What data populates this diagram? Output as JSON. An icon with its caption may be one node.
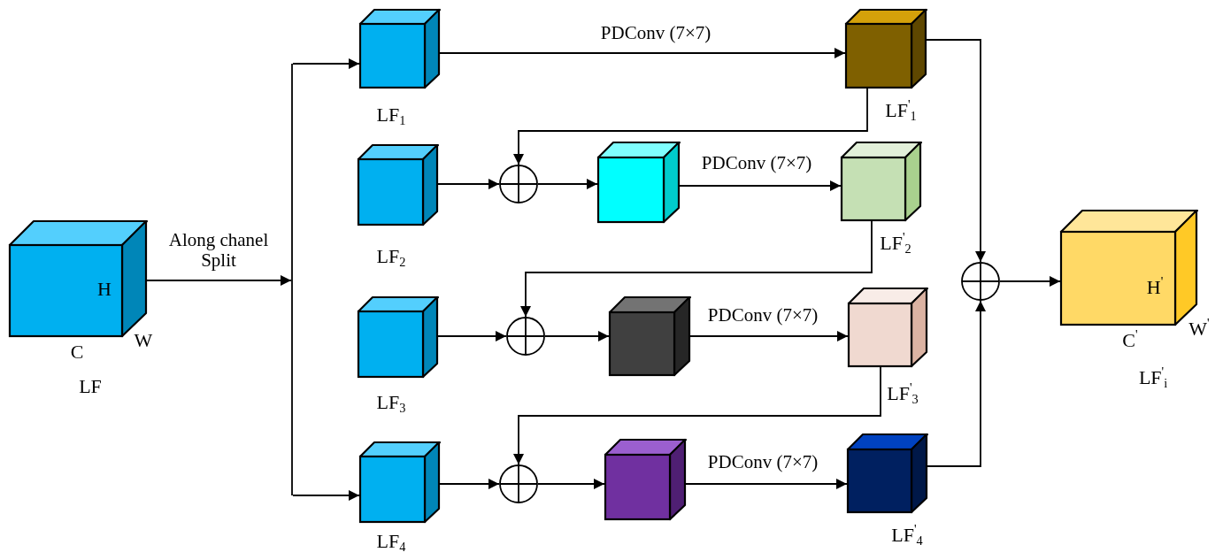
{
  "diagram": {
    "nodes": [
      {
        "text": [
          "H",
          "W",
          "C",
          "LF"
        ]
      },
      {
        "text": [],
        "shape": "bar"
      },
      {
        "text": [
          "LF$_{1}$"
        ]
      },
      {
        "text": [
          "LF$^{'}$$_{1}$"
        ]
      },
      {
        "text": [
          "LF$_{2}$"
        ]
      },
      {
        "text": [],
        "shape": "circle"
      },
      {
        "text": [],
        "shape": "cube"
      },
      {
        "text": [
          "LF$^{'}$$_{2}$"
        ]
      },
      {
        "text": [
          "LF$_{3}$"
        ]
      },
      {
        "text": [],
        "shape": "circle"
      },
      {
        "text": [],
        "shape": "cube"
      },
      {
        "text": [
          "LF$^{'}$$_{3}$"
        ]
      },
      {
        "text": [
          "LF$_{4}$"
        ]
      },
      {
        "text": [],
        "shape": "circle"
      },
      {
        "text": [],
        "shape": "cube"
      },
      {
        "text": [
          "LF$^{'}$$_{4}$"
        ]
      },
      {
        "text": [],
        "shape": "circle"
      },
      {
        "text": [
          "H$^{'}$",
          "W$^{'}$",
          "C$^{'}$",
          "LF$^{'}$$_{i}$"
        ]
      }
    ],
    "edges": [
      {
        "from": 0,
        "to": 1,
        "arrow": "to",
        "label": "Along chanel Split"
      },
      {
        "from": 1,
        "to": 2,
        "arrow": "to"
      },
      {
        "from": 1,
        "to": 12,
        "arrow": "to"
      },
      {
        "from": 2,
        "to": 3,
        "arrow": "to",
        "label": "PDConv (7×7)"
      },
      {
        "from": 3,
        "to": 5,
        "arrow": "to"
      },
      {
        "from": 4,
        "to": 5,
        "arrow": "to"
      },
      {
        "from": 5,
        "to": 6,
        "arrow": "to"
      },
      {
        "from": 6,
        "to": 7,
        "arrow": "to",
        "label": "PDConv (7×7)"
      },
      {
        "from": 7,
        "to": 9,
        "arrow": "to"
      },
      {
        "from": 8,
        "to": 9,
        "arrow": "to"
      },
      {
        "from": 9,
        "to": 10,
        "arrow": "to"
      },
      {
        "from": 10,
        "to": 11,
        "arrow": "to",
        "label": "PDConv (7×7)"
      },
      {
        "from": 11,
        "to": 13,
        "arrow": "to"
      },
      {
        "from": 12,
        "to": 13,
        "arrow": "to"
      },
      {
        "from": 13,
        "to": 14,
        "arrow": "to"
      },
      {
        "from": 14,
        "to": 15,
        "arrow": "to",
        "label": "PDConv (7×7)"
      },
      {
        "from": 3,
        "to": 16,
        "arrow": "to"
      },
      {
        "from": 15,
        "to": 16,
        "arrow": "to"
      },
      {
        "from": 16,
        "to": 17,
        "arrow": "to"
      }
    ]
  }
}
